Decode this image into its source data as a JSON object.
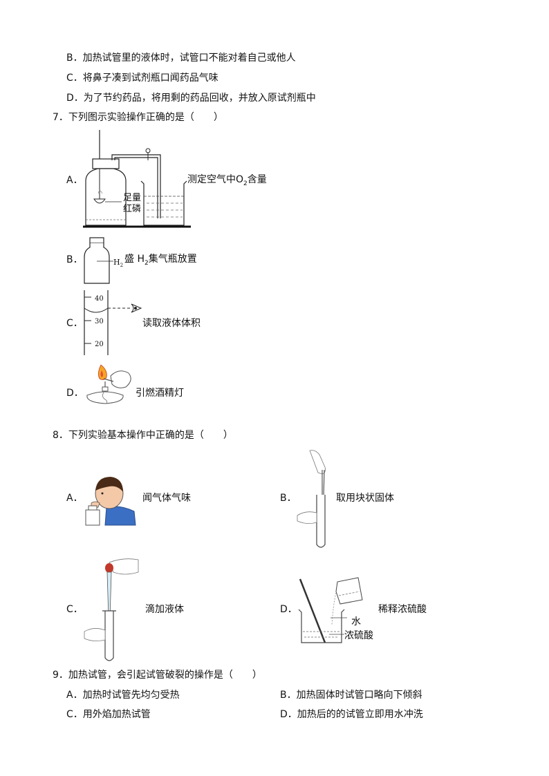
{
  "q6": {
    "B": "B．加热试管里的液体时，试管口不能对着自己或他人",
    "C": "C．将鼻子凑到试剂瓶口闻药品气味",
    "D": "D．为了节约药品，将用剩的药品回收，并放入原试剂瓶中"
  },
  "q7": {
    "stem": "7．下列图示实验操作正确的是（　　）",
    "A": {
      "letter": "A．",
      "caption_prefix": "测定空气中O",
      "caption_sub": "2",
      "caption_suffix": "含量",
      "label_top": "足量",
      "label_bottom": "红磷"
    },
    "B": {
      "letter": "B．",
      "gas_label": "H",
      "gas_sub": "2",
      "caption_prefix": "盛 H",
      "caption_sub": "2",
      "caption_suffix": "集气瓶放置"
    },
    "C": {
      "letter": "C．",
      "caption": "读取液体体积",
      "ticks": [
        "40",
        "30",
        "20"
      ]
    },
    "D": {
      "letter": "D．",
      "caption": "引燃酒精灯"
    }
  },
  "q8": {
    "stem": "8．下列实验基本操作中正确的是（　　）",
    "A": {
      "letter": "A．",
      "caption": "闻气体气味"
    },
    "B": {
      "letter": "B．",
      "caption": "取用块状固体"
    },
    "C": {
      "letter": "C．",
      "caption": "滴加液体"
    },
    "D": {
      "letter": "D．",
      "caption": "稀释浓硫酸",
      "water_label": "水",
      "acid_label": "浓硫酸"
    }
  },
  "q9": {
    "stem": "9．加热试管，会引起试管破裂的操作是（　　）",
    "A": "A．加热时试管先均匀受热",
    "B": "B．加热固体时试管口略向下倾斜",
    "C": "C．用外焰加热试管",
    "D": "D．加热后的的试管立即用水冲洗"
  }
}
